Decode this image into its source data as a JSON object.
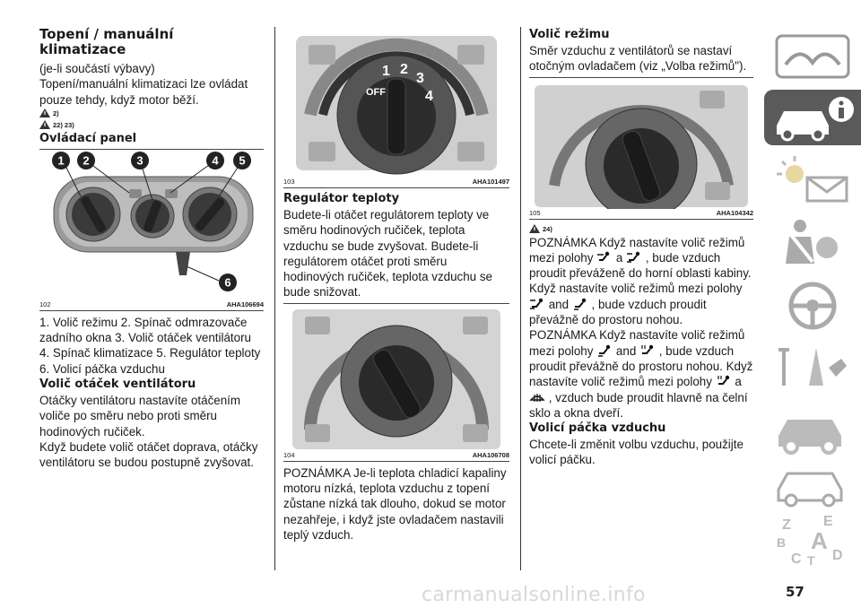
{
  "col1": {
    "title": "Topení / manuální klimatizace",
    "subtitle": "(je-li součástí výbavy)",
    "intro": "Topení/manuální klimatizaci lze ovládat pouze tehdy, když motor běží.",
    "note1": "2)",
    "note2": "22)  23)",
    "panel_heading": "Ovládací panel",
    "fig_label": "102",
    "fig_code": "AHA106694",
    "callouts": [
      "1",
      "2",
      "3",
      "4",
      "5",
      "6"
    ],
    "legend": "1. Volič režimu 2. Spínač odmrazovače zadního okna 3. Volič otáček ventilátoru 4. Spínač klimatizace 5. Regulátor teploty 6. Volicí páčka vzduchu",
    "fan_heading": "Volič otáček ventilátoru",
    "fan_p1": "Otáčky ventilátoru nastavíte otáčením voliče po směru nebo proti směru hodinových ručiček.",
    "fan_p2": "Když budete volič otáčet doprava, otáčky ventilátoru se budou postupně zvyšovat."
  },
  "col2": {
    "fig1_label": "103",
    "fig1_code": "AHA101497",
    "dial_labels": [
      "OFF",
      "1",
      "2",
      "3",
      "4"
    ],
    "temp_heading": "Regulátor teploty",
    "temp_text": "Budete-li otáčet regulátorem teploty ve směru hodinových ručiček, teplota vzduchu se bude zvyšovat. Budete-li regulátorem otáčet proti směru hodinových ručiček, teplota vzduchu se bude snižovat.",
    "fig2_label": "104",
    "fig2_code": "AHA106708",
    "note_text": "POZNÁMKA Je-li teplota chladicí kapaliny motoru nízká, teplota vzduchu z topení zůstane nízká tak dlouho, dokud se motor nezahřeje, i když jste ovladačem nastavili teplý vzduch."
  },
  "col3": {
    "mode_heading": "Volič režimu",
    "mode_text": "Směr vzduchu z ventilátorů se nastaví otočným ovladačem (viz „Volba režimů\").",
    "fig_label": "105",
    "fig_code": "AHA104342",
    "note": "24)",
    "n1a": "POZNÁMKA Když nastavíte volič režimů mezi polohy",
    "n1b": "a",
    "n1c": ", bude vzduch proudit převáženě do horní oblasti kabiny. Když nastavíte volič režimů mezi polohy",
    "n1d": "and",
    "n1e": ", bude vzduch proudit převážně do prostoru nohou.",
    "n2a": "POZNÁMKA Když nastavíte volič režimů mezi polohy",
    "n2b": "and",
    "n2c": ", bude vzduch proudit převážně do prostoru nohou. Když nastavíte volič režimů mezi polohy",
    "n2d": "a",
    "n2e": ", vzduch bude proudit hlavně na čelní sklo a okna dveří.",
    "lever_heading": "Volicí páčka vzduchu",
    "lever_text": "Chcete-li změnit volbu vzduchu, použijte volicí páčku."
  },
  "sidebar": {
    "tabs": [
      "dashboard-icon",
      "car-info-icon",
      "warning-lights-icon",
      "safety-icon",
      "steering-wheel-icon",
      "emergency-icon",
      "car-service-icon",
      "technical-data-icon",
      "index-icon"
    ],
    "active_index": 1,
    "index_letters": [
      "Z",
      "E",
      "B",
      "A",
      "C",
      "T",
      "D"
    ]
  },
  "page_number": "57",
  "watermark": "carmanualsonline.info"
}
